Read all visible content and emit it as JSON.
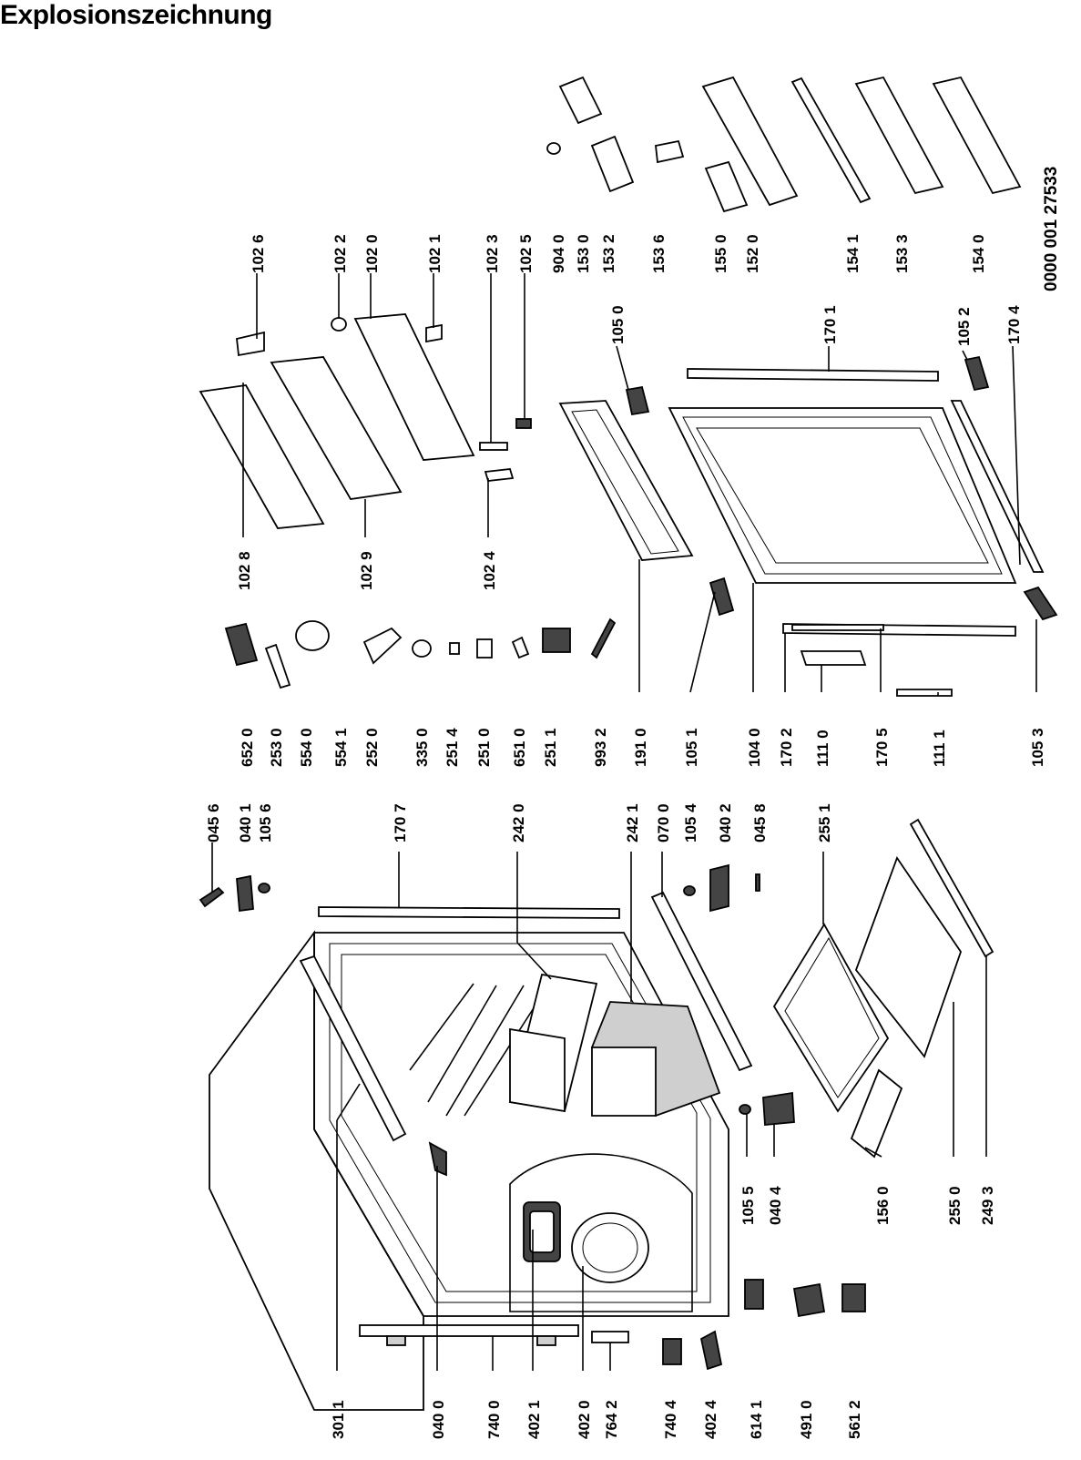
{
  "title": "Explosionszeichnung",
  "document_number": "0000 001 27533",
  "labels": {
    "l1026": "102 6",
    "l1022": "102 2",
    "l1020": "102 0",
    "l1021": "102 1",
    "l1023": "102 3",
    "l1025": "102 5",
    "l9040": "904 0",
    "l1530": "153 0",
    "l1532": "153 2",
    "l1536": "153 6",
    "l1550": "155 0",
    "l1520": "152 0",
    "l1541": "154 1",
    "l1533": "153 3",
    "l1540": "154 0",
    "l1050": "105 0",
    "l1701": "170 1",
    "l1052": "105 2",
    "l1704": "170 4",
    "l1028": "102 8",
    "l1029": "102 9",
    "l1024": "102 4",
    "l6520": "652 0",
    "l2530": "253 0",
    "l5540": "554 0",
    "l5541": "554 1",
    "l2520": "252 0",
    "l3350": "335 0",
    "l2514": "251 4",
    "l2510": "251 0",
    "l6510": "651 0",
    "l2511": "251 1",
    "l9932": "993 2",
    "l1910": "191 0",
    "l1051": "105 1",
    "l1040": "104 0",
    "l1702": "170 2",
    "l1110": "111 0",
    "l1705": "170 5",
    "l1111": "111 1",
    "l1053": "105 3",
    "l0456": "045 6",
    "l0401": "040 1",
    "l1056": "105 6",
    "l1707": "170 7",
    "l2420": "242 0",
    "l2421": "242 1",
    "l0700": "070 0",
    "l1054": "105 4",
    "l0402": "040 2",
    "l0458": "045 8",
    "l2551": "255 1",
    "l1055": "105 5",
    "l0404": "040 4",
    "l1560": "156 0",
    "l2550": "255 0",
    "l2493": "249 3",
    "l3011": "301 1",
    "l0400": "040 0",
    "l7400": "740 0",
    "l4021": "402 1",
    "l4020": "402 0",
    "l7642": "764 2",
    "l7404": "740 4",
    "l4024": "402 4",
    "l6141": "614 1",
    "l4910": "491 0",
    "l5612": "561 2"
  }
}
